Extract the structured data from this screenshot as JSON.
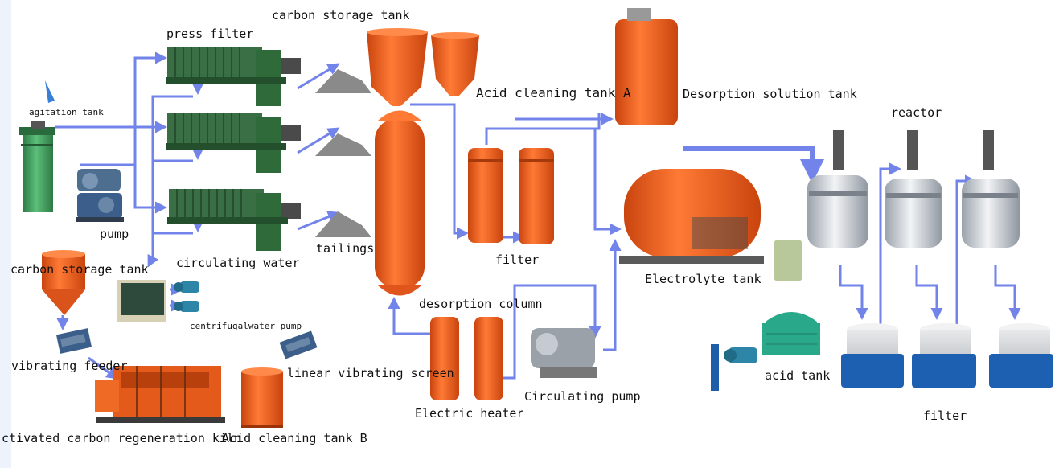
{
  "labels": {
    "press_filter": "press filter",
    "carbon_storage_tank_top": "carbon storage tank",
    "agitation_tank": "agitation tank",
    "pump": "pump",
    "tailings": "tailings",
    "circulating_water": "circulating water",
    "carbon_storage_tank_left": "carbon storage tank",
    "centrifugal_water_pump": "centrifugalwater pump",
    "vibrating_feeder": "vibrating feeder",
    "linear_vibrating_screen": "linear vibrating screen",
    "regeneration_kiln": "ctivated carbon regeneration kiln",
    "acid_cleaning_tank_b": "Acid cleaning tank B",
    "acid_cleaning_tank_a": "Acid cleaning tank A",
    "desorption_solution_tank": "Desorption solution tank",
    "filter_mid": "filter",
    "desorption_column": "desorption column",
    "electric_heater": "Electric heater",
    "circulating_pump": "Circulating pump",
    "electrolyte_tank": "Electrolyte tank",
    "reactor": "reactor",
    "acid_tank": "acid tank",
    "filter_right": "filter"
  },
  "colors": {
    "flow_arrow": "#5a6ee6",
    "vessel_orange": "#f0621e",
    "vessel_orange_dark": "#c9440e",
    "machine_green": "#2f6b3a",
    "tank_green": "#3e9a5a",
    "steel": "#c9ced4",
    "motor_blue": "#3b5f8a",
    "cooling_tower": "#2aa98a",
    "tailings_gray": "#8a8a8a"
  }
}
